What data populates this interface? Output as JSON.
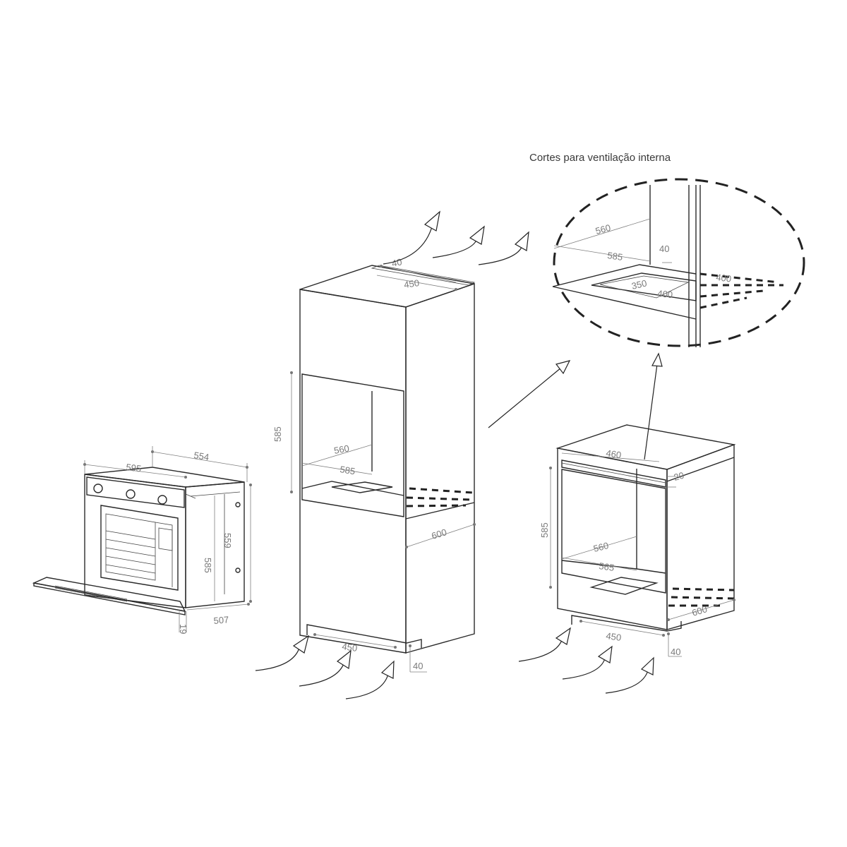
{
  "title": "Cortes para ventilação interna",
  "oven": {
    "width": "595",
    "depth": "554",
    "height": "585",
    "inner_height": "559",
    "body_depth": "507",
    "door_thickness": "19"
  },
  "tall_cabinet": {
    "top_depth": "40",
    "top_width": "450",
    "niche_height": "585",
    "niche_depth": "560",
    "niche_width": "585",
    "cabinet_depth": "600",
    "bottom_width": "450",
    "bottom_gap": "40"
  },
  "detail": {
    "depth": "560",
    "width": "585",
    "gap": "40",
    "cut_depth": "350",
    "cut_width": "400",
    "vent_width": "400"
  },
  "base_cabinet": {
    "top_width": "460",
    "top_gap": "20",
    "niche_height": "585",
    "niche_depth": "560",
    "niche_width": "565",
    "cabinet_depth": "600",
    "bottom_width": "450",
    "bottom_gap": "40"
  }
}
